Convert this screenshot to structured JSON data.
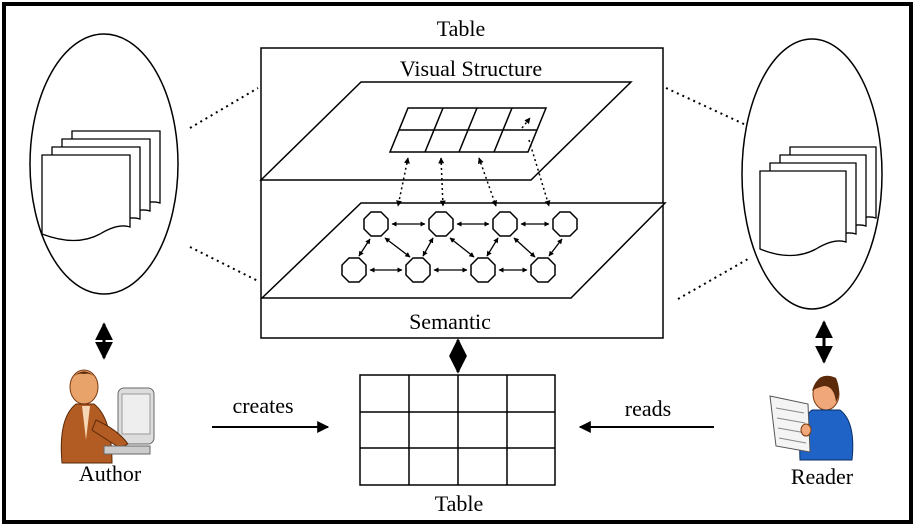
{
  "labels": {
    "table_top": "Table",
    "visual_structure": "Visual Structure",
    "semantic": "Semantic",
    "author": "Author",
    "reader": "Reader",
    "creates": "creates",
    "reads": "reads",
    "table_bottom": "Table"
  },
  "colors": {
    "line": "#000000",
    "background": "#ffffff",
    "author_jacket": "#b25b22",
    "author_skin": "#e8a36a",
    "reader_jacket": "#1f63c6",
    "reader_skin": "#f0a77a"
  },
  "icons": {
    "author": "person-at-computer-icon",
    "reader": "person-reading-newspaper-icon",
    "author_documents": "document-stack-icon",
    "reader_documents": "document-stack-icon"
  }
}
